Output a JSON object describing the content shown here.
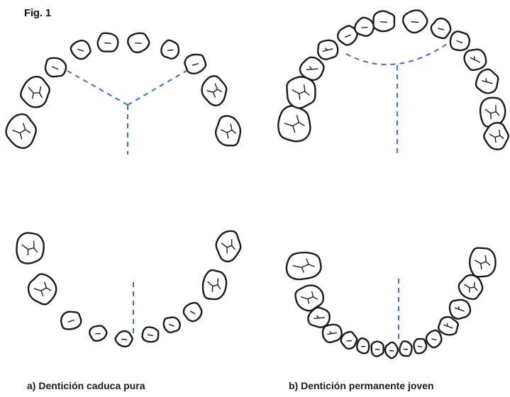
{
  "figure_label": "Fig. 1",
  "captions": {
    "a": "a) Dentición caduca pura",
    "b": "b) Dentición permanente joven"
  },
  "colors": {
    "guide_line": "#3b6fd1",
    "tooth_outline": "#1b1b1b",
    "background": "#ffffff"
  }
}
